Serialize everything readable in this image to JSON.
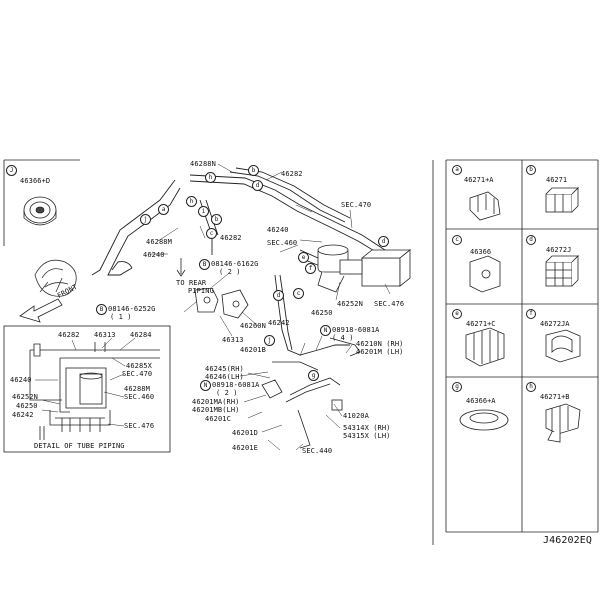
{
  "diagram_code": "J46202EQ",
  "left_part": {
    "circle": "J",
    "part_no": "46366+D"
  },
  "front_label": "FRONT",
  "rear_label": [
    "TO REAR",
    "PIPING"
  ],
  "detail_title": "DETAIL OF TUBE PIPING",
  "main_labels": {
    "l46288N": "46288N",
    "l46282a": "46282",
    "l46240a": "46240",
    "l46288M": "46288M",
    "l46282b": "46282",
    "bolt1a": "08146-6162G",
    "bolt1b": "( 2 )",
    "bolt2a": "08146-6252G",
    "bolt2b": "( 1 )",
    "l46313": "46313",
    "l46260N": "46260N",
    "sec470": "SEC.470",
    "l46240b": "46240",
    "sec460": "SEC.460",
    "l46252N": "46252N",
    "sec476": "SEC.476",
    "l46250": "46250",
    "nut1a": "08918-6081A",
    "nut1b": "( 4 )",
    "l46242": "46242",
    "l46201B": "46201B",
    "l46245": "46245(RH)",
    "l46246": "46246(LH)",
    "nut2a": "08918-6081A",
    "nut2b": "( 2 )",
    "l46210N": "46210N (RH)",
    "l46201M": "46201M (LH)",
    "l46201MA": "46201MA(RH)",
    "l46201MB": "46201MB(LH)",
    "l46201C": "46201C",
    "l41020A": "41020A",
    "l46201D": "46201D",
    "l54314X": "54314X (RH)",
    "l54315X": "54315X (LH)",
    "l46201E": "46201E",
    "sec440": "SEC.440"
  },
  "detail_labels": {
    "d46282": "46282",
    "d46313": "46313",
    "d46284": "46284",
    "d46285X": "46285X",
    "dsec470": "SEC.470",
    "d46240": "46240",
    "d46288M": "46288M",
    "dsec460": "SEC.460",
    "d46252N": "46252N",
    "d46250": "46250",
    "d46242": "46242",
    "dsec476": "SEC.476"
  },
  "callout_letters": [
    "a",
    "b",
    "c",
    "d",
    "e",
    "f",
    "g",
    "h",
    "i",
    "j"
  ],
  "bolt_letter": "B",
  "nut_letter": "N",
  "clip_cells": [
    {
      "circle": "a",
      "part_no": "46271+A"
    },
    {
      "circle": "b",
      "part_no": "46271"
    },
    {
      "circle": "c",
      "part_no": "46366"
    },
    {
      "circle": "d",
      "part_no": "46272J"
    },
    {
      "circle": "e",
      "part_no": "46271+C"
    },
    {
      "circle": "f",
      "part_no": "46272JA"
    },
    {
      "circle": "g",
      "part_no": "46366+A"
    },
    {
      "circle": "h",
      "part_no": "46271+B"
    }
  ]
}
